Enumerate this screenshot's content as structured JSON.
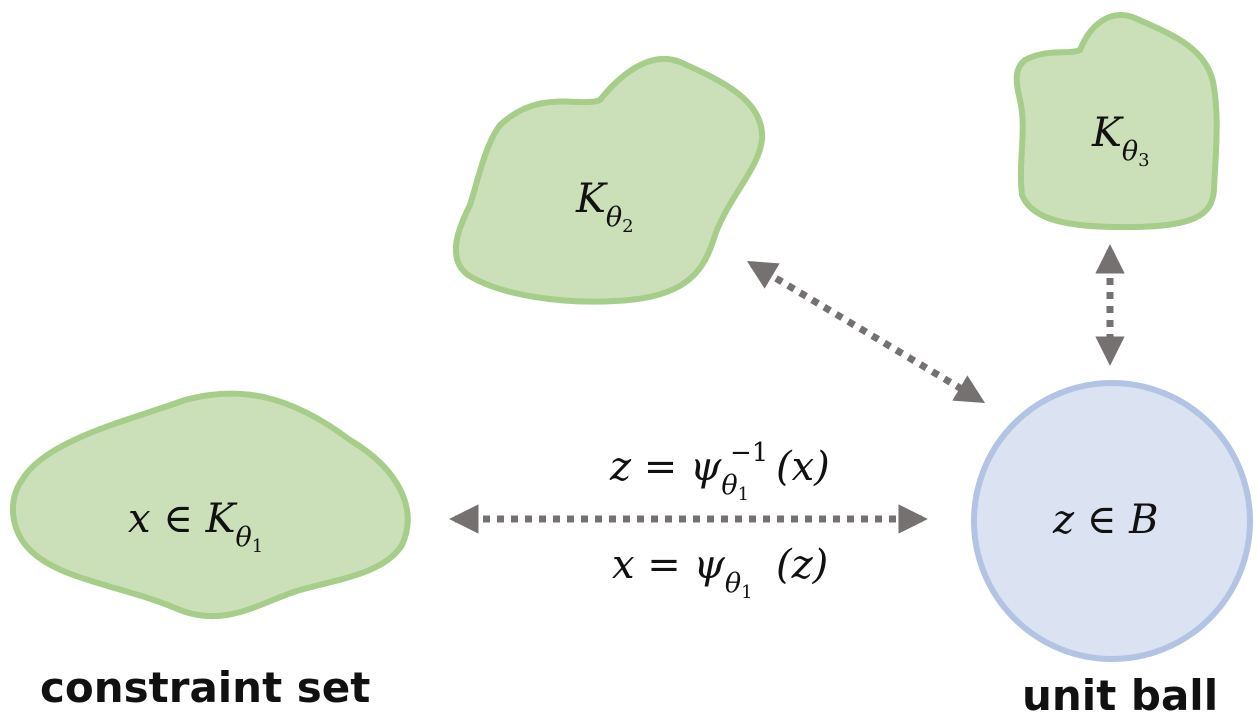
{
  "colors": {
    "blob_fill": "#cbe0b8",
    "blob_stroke": "#a7cd8a",
    "ball_fill": "#dbe2f1",
    "ball_stroke": "#b3c3e3",
    "arrow": "#767171",
    "text": "#111111"
  },
  "labels": {
    "constraint_set": "constraint set",
    "unit_ball": "unit ball"
  },
  "shapes": {
    "k1": {
      "main": "x ∈ K",
      "sub1": "θ",
      "sub2": "1"
    },
    "k2": {
      "main": "K",
      "sub1": "θ",
      "sub2": "2"
    },
    "k3": {
      "main": "K",
      "sub1": "θ",
      "sub2": "3"
    },
    "ball": {
      "main": "z ∈ B"
    }
  },
  "equations": {
    "inverse": {
      "lhs": "z = ψ",
      "sub1": "θ",
      "sub2": "1",
      "sup": "−1",
      "arg": "(x)"
    },
    "forward": {
      "lhs": "x = ψ",
      "sub1": "θ",
      "sub2": "1",
      "arg": "(z)"
    }
  },
  "arrows": [
    {
      "name": "arrow-k1-ball",
      "style": "dotted",
      "direction": "bidirectional"
    },
    {
      "name": "arrow-k2-ball",
      "style": "dotted",
      "direction": "bidirectional"
    },
    {
      "name": "arrow-k3-ball",
      "style": "dotted",
      "direction": "bidirectional"
    }
  ]
}
